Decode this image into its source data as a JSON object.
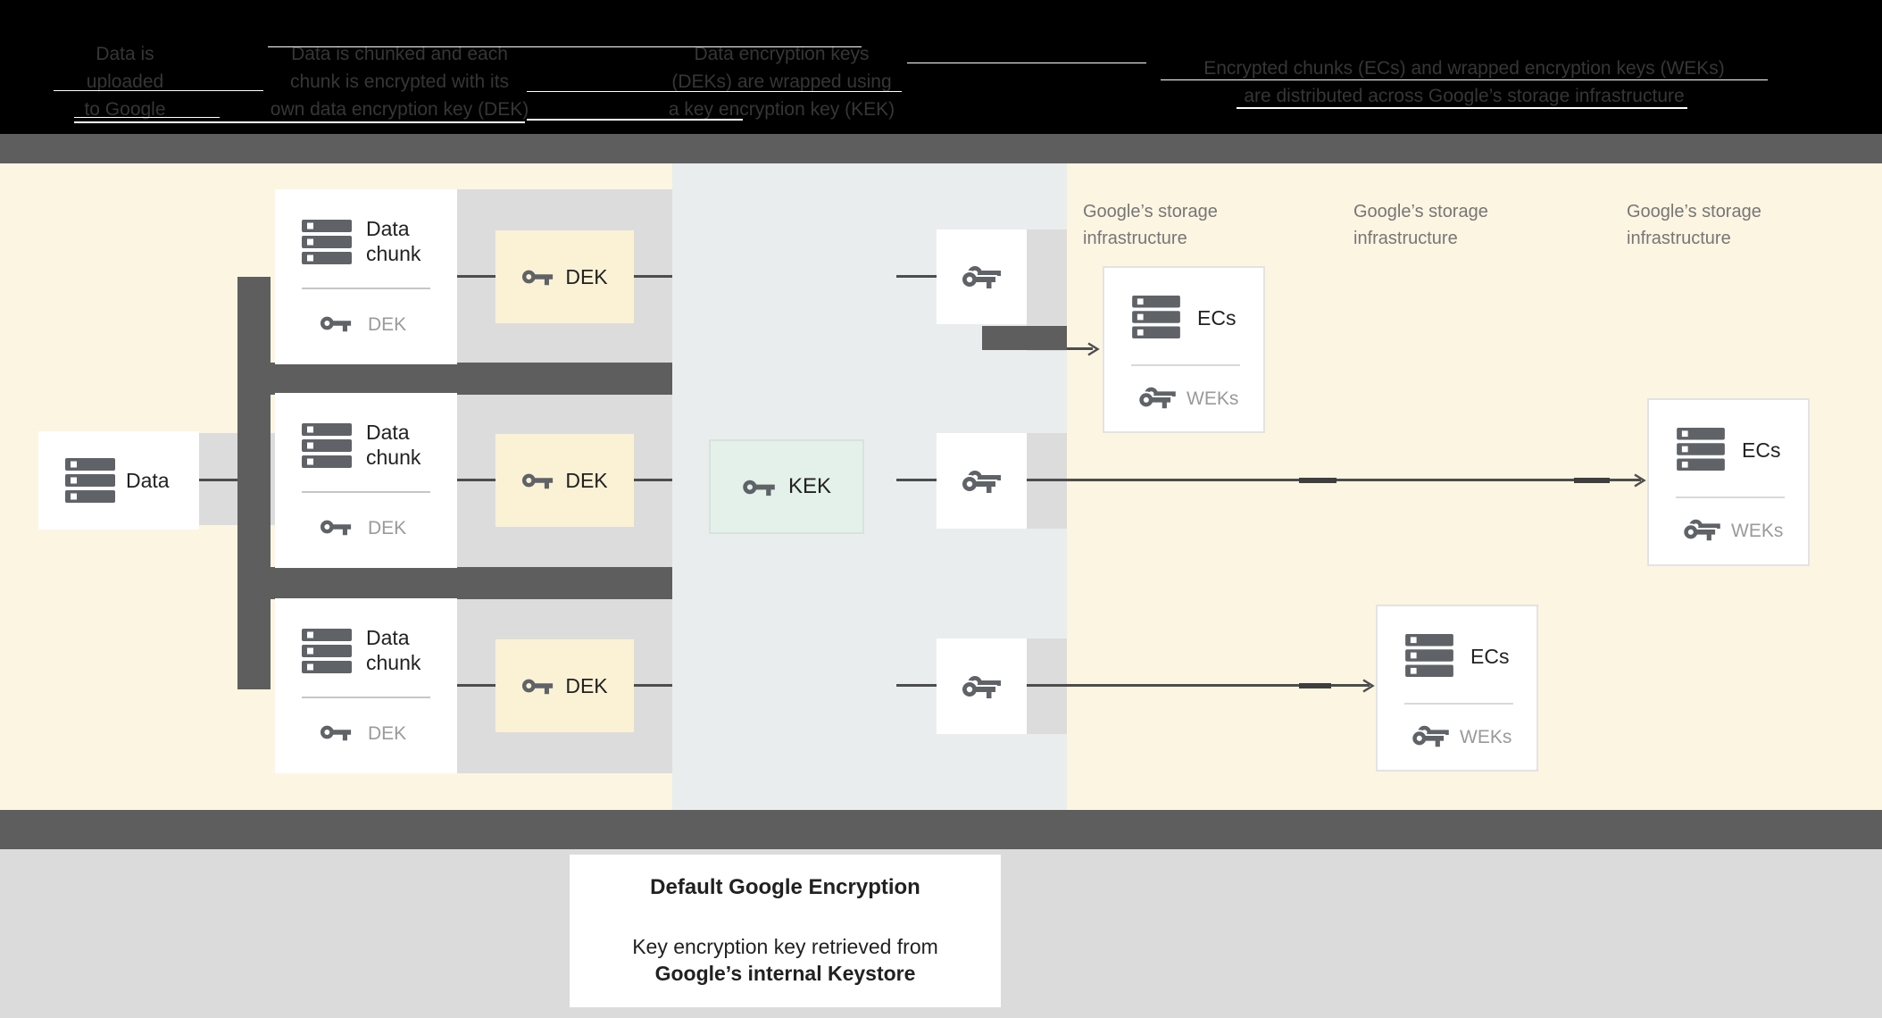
{
  "header": {
    "steps": [
      {
        "lines": [
          "Data is",
          "uploaded",
          "to Google"
        ]
      },
      {
        "lines": [
          "Data is chunked and each",
          "chunk is encrypted with its",
          "own data encryption key (DEK)"
        ]
      },
      {
        "lines": [
          "Data encryption keys",
          "(DEKs) are wrapped using",
          "a key encryption key (KEK)"
        ]
      },
      {
        "lines": [
          "Encrypted chunks (ECs) and wrapped encryption keys (WEKs)",
          "are distributed across Google’s storage infrastructure"
        ]
      }
    ]
  },
  "diagram": {
    "data_box": {
      "label": "Data"
    },
    "chunk_cards": [
      {
        "title1": "Data",
        "title2": "chunk",
        "key_label": "DEK"
      },
      {
        "title1": "Data",
        "title2": "chunk",
        "key_label": "DEK"
      },
      {
        "title1": "Data",
        "title2": "chunk",
        "key_label": "DEK"
      }
    ],
    "dek_boxes": [
      {
        "label": "DEK"
      },
      {
        "label": "DEK"
      },
      {
        "label": "DEK"
      }
    ],
    "kek_box": {
      "label": "KEK"
    },
    "storage_labels": [
      {
        "line1": "Google’s storage",
        "line2": "infrastructure"
      },
      {
        "line1": "Google’s storage",
        "line2": "infrastructure"
      },
      {
        "line1": "Google’s storage",
        "line2": "infrastructure"
      }
    ],
    "ec_cards": [
      {
        "title": "ECs",
        "key_label": "WEKs"
      },
      {
        "title": "ECs",
        "key_label": "WEKs"
      },
      {
        "title": "ECs",
        "key_label": "WEKs"
      }
    ]
  },
  "footer": {
    "title": "Default Google Encryption",
    "line1": "Key encryption key retrieved from",
    "line2": "Google’s internal Keystore"
  },
  "icons": {
    "data_stack": "data-stack-icon",
    "key": "key-icon",
    "wrapped_key": "double-key-icon",
    "arrow": "chevron-right-icon"
  },
  "colors": {
    "background_cream": "#FCF5E2",
    "middle_section": "#E9EDEE",
    "band_gray": "#DCDCDC",
    "dark_bar": "#5E5E5E",
    "icon_gray": "#5F6368",
    "kek_green": "#E4F1EA",
    "dek_yellow": "#FBF1D5",
    "line": "#4D4D4D",
    "text": "#212121",
    "muted_text": "#9A9A9A",
    "storage_text": "#767676",
    "footer_bg": "#DBDBDB"
  }
}
